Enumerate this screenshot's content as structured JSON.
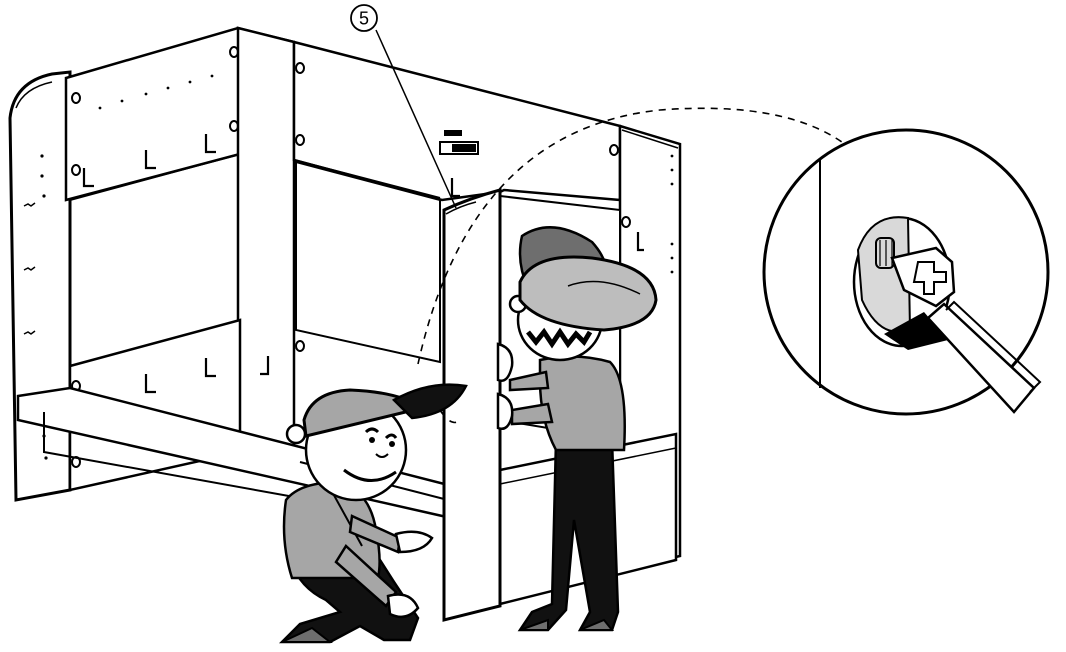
{
  "callout": {
    "number": "5"
  },
  "colors": {
    "outline": "#000000",
    "panel": "#ffffff",
    "shirt": "#a6a6a6",
    "cap_light": "#bdbdbd",
    "cap_dark": "#6e6e6e",
    "pants": "#111111",
    "skin": "#ffffff",
    "cam_hole": "#d9d9d9"
  },
  "icons": {
    "callout": "circled-number",
    "detail": "magnified-cam-lock-detail",
    "tool": "screwdriver-icon"
  }
}
